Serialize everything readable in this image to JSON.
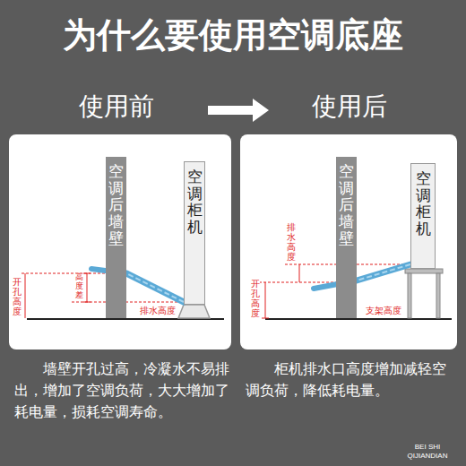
{
  "diagram": {
    "title": "为什么要使用空调底座",
    "nodes": [
      {
        "text": [
          "空调后墙壁"
        ]
      },
      {
        "text": [
          "空调柜机"
        ]
      },
      {
        "text": [
          "空调后墙壁"
        ]
      },
      {
        "text": [
          "空调柜机"
        ]
      }
    ],
    "edges": [
      {
        "from": 1,
        "to": 0,
        "arrow": "none"
      },
      {
        "from": 3,
        "to": 2,
        "arrow": "none"
      }
    ],
    "labels": [
      "使用前",
      "使用后",
      "开孔高度",
      "高度差",
      "排水高度",
      "排水高度",
      "开孔高度",
      "支架高度",
      "墙壁开孔过高，冷凝水不易排出，增加了空调负荷，大大增加了耗电量，损耗空调寿命。",
      "柜机排水口高度增加减轻空调负荷，降低耗电量。",
      "BEI SHI",
      "QIJIANDIAN"
    ]
  }
}
